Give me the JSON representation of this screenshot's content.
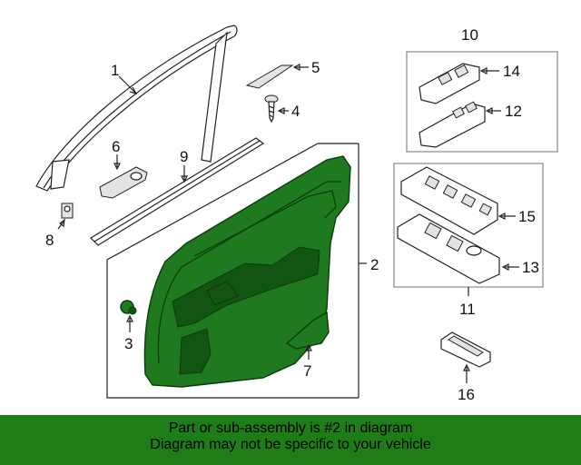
{
  "diagram": {
    "callouts": {
      "c1": "1",
      "c2": "2",
      "c3": "3",
      "c4": "4",
      "c5": "5",
      "c6": "6",
      "c7": "7",
      "c8": "8",
      "c9": "9",
      "c10": "10",
      "c11": "11",
      "c12": "12",
      "c13": "13",
      "c14": "14",
      "c15": "15",
      "c16": "16"
    },
    "highlight_color": "#1f7a1f"
  },
  "footer": {
    "line1": "Part or sub-assembly is #2 in diagram",
    "line2": "Diagram may not be specific to your vehicle",
    "background": "#1f7d17"
  }
}
